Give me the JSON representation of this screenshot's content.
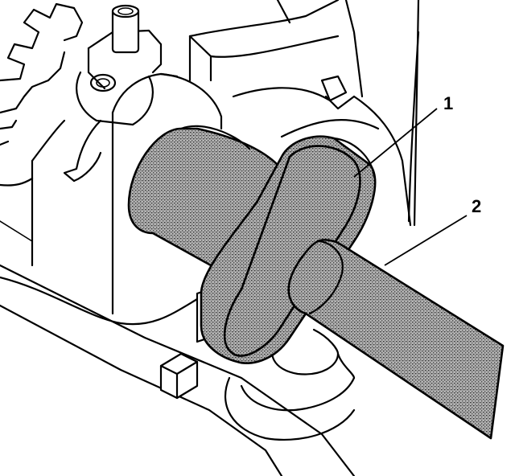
{
  "callouts": [
    {
      "id": "1",
      "label": "1"
    },
    {
      "id": "2",
      "label": "2"
    }
  ],
  "colors": {
    "line": "#000000",
    "background": "#ffffff",
    "tool_shading": "#9a9a9a"
  }
}
